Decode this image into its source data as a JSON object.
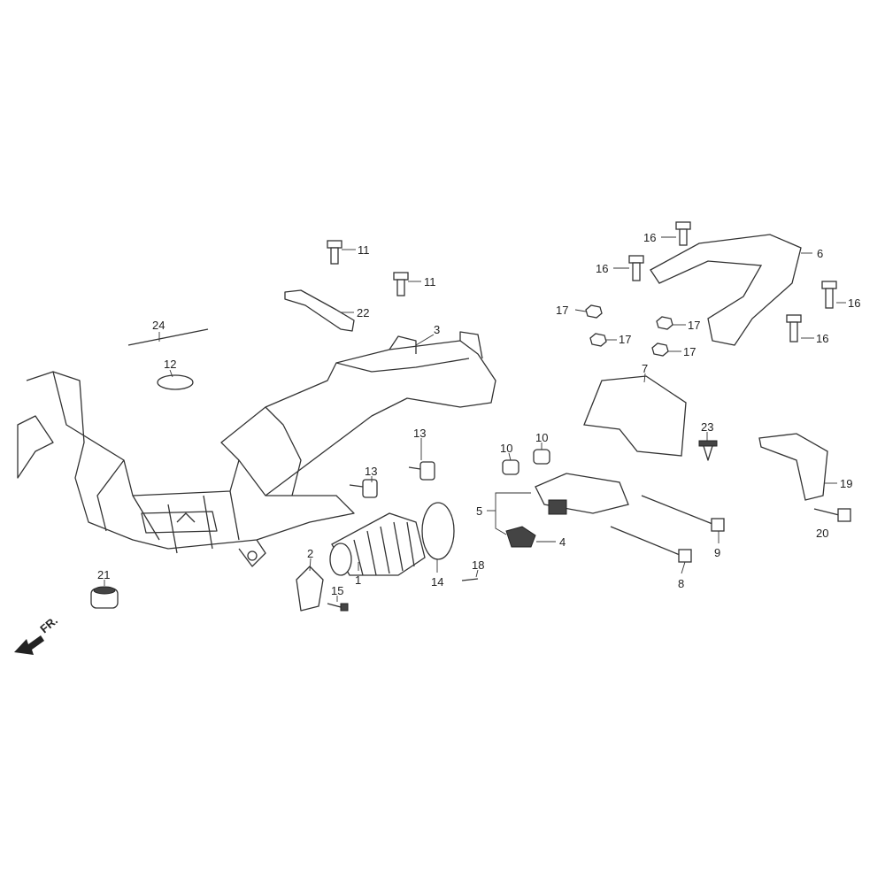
{
  "diagram": {
    "title_marker": "FR.",
    "callouts": {
      "c1": "1",
      "c2": "2",
      "c3": "3",
      "c4": "4",
      "c5": "5",
      "c6": "6",
      "c7": "7",
      "c8": "8",
      "c9": "9",
      "c10a": "10",
      "c10b": "10",
      "c11a": "11",
      "c11b": "11",
      "c12": "12",
      "c13a": "13",
      "c13b": "13",
      "c14": "14",
      "c15": "15",
      "c16a": "16",
      "c16b": "16",
      "c16c": "16",
      "c16d": "16",
      "c17a": "17",
      "c17b": "17",
      "c17c": "17",
      "c17d": "17",
      "c18": "18",
      "c19": "19",
      "c20": "20",
      "c21": "21",
      "c22": "22",
      "c23": "23",
      "c24": "24"
    }
  }
}
